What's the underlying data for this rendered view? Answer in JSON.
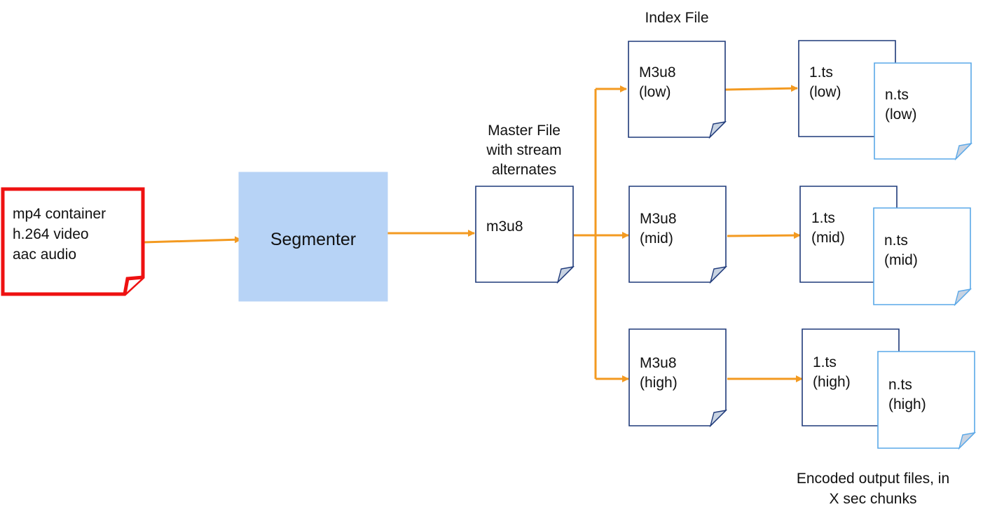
{
  "colors": {
    "arrow": "#f39a21",
    "source_border": "#ee1111",
    "segmenter_fill": "#b7d3f6",
    "index_border": "#1f3a7a",
    "chunk_border": "#5aa8e8"
  },
  "source": {
    "lines": [
      "mp4 container",
      "h.264 video",
      "aac audio"
    ]
  },
  "segmenter": {
    "label": "Segmenter"
  },
  "master": {
    "caption_lines": [
      "Master File",
      "with stream",
      "alternates"
    ],
    "file_label": "m3u8"
  },
  "index_header": "Index File",
  "index_files": [
    {
      "lines": [
        "M3u8",
        "(low)"
      ]
    },
    {
      "lines": [
        "M3u8",
        "(mid)"
      ]
    },
    {
      "lines": [
        "M3u8",
        "(high)"
      ]
    }
  ],
  "chunks": [
    {
      "first": [
        "1.ts",
        "(low)"
      ],
      "last": [
        "n.ts",
        "(low)"
      ]
    },
    {
      "first": [
        "1.ts",
        "(mid)"
      ],
      "last": [
        "n.ts",
        "(mid)"
      ]
    },
    {
      "first": [
        "1.ts",
        "(high)"
      ],
      "last": [
        "n.ts",
        "(high)"
      ]
    }
  ],
  "output_caption": [
    "Encoded output files, in",
    "X sec chunks"
  ]
}
